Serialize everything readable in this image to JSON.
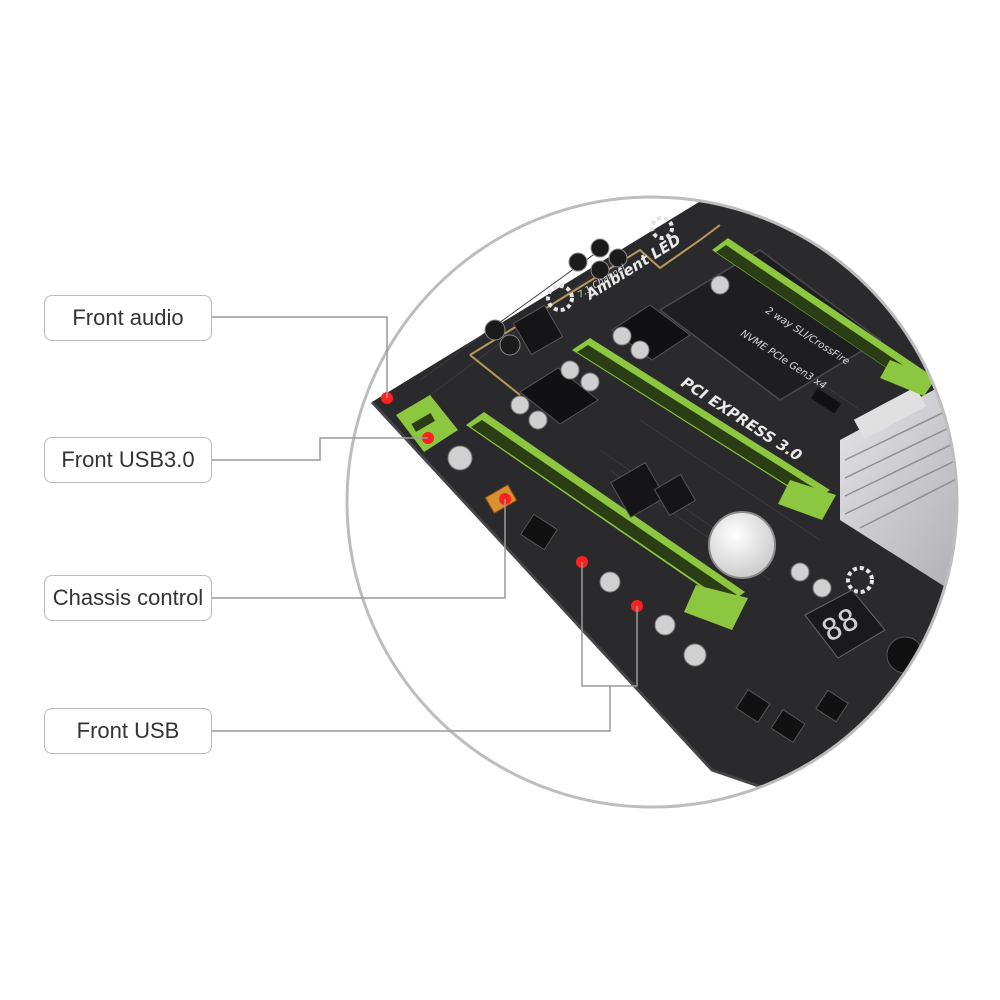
{
  "callouts": [
    {
      "id": "front-audio",
      "label": "Front audio"
    },
    {
      "id": "front-usb3",
      "label": "Front USB3.0"
    },
    {
      "id": "chassis-control",
      "label": "Chassis control"
    },
    {
      "id": "front-usb",
      "label": "Front USB"
    }
  ],
  "board_markings": {
    "ambient_led": "Ambient LED",
    "channel": "7.1 Channel",
    "pci_express": "PCI EXPRESS 3.0",
    "sli": "2 way SLI/CrossFire",
    "nvme": "NVME PCIe Gen3 x4",
    "debug_digits": "88"
  },
  "colors": {
    "pcb": "#2a2a2c",
    "slot_green": "#8dc63f",
    "marker_red": "#ff2020",
    "leader_line": "#9a9a9a",
    "circle_border": "#bdbdbd"
  }
}
